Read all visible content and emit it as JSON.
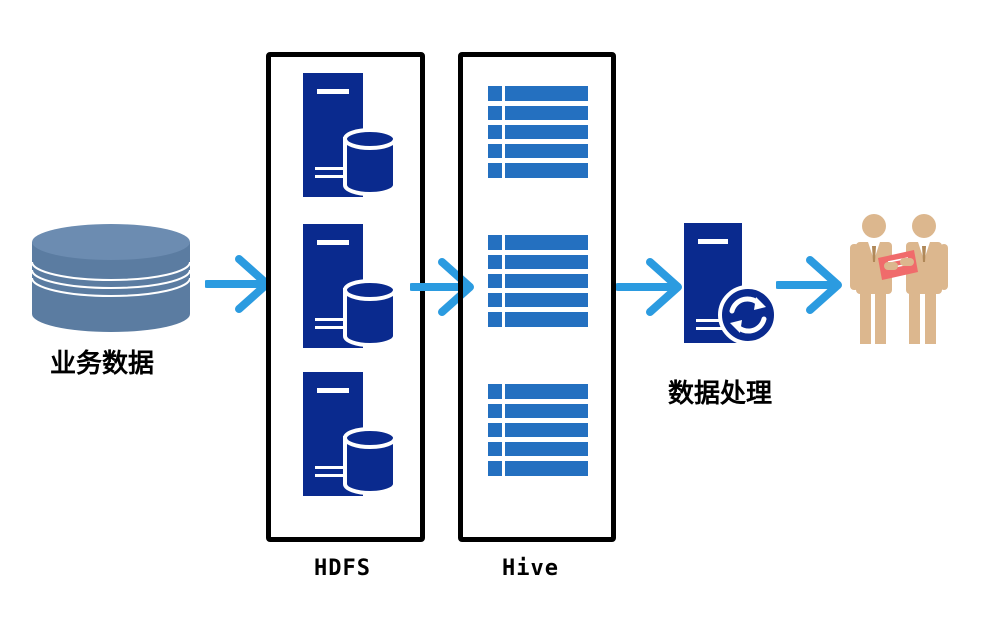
{
  "labels": {
    "business_data": "业务数据",
    "hdfs": "HDFS",
    "hive": "Hive",
    "data_processing": "数据处理"
  },
  "colors": {
    "server_blue": "#0a2a8e",
    "server_accent": "#ffffff",
    "table_blue": "#2470c0",
    "cylinder_gray": "#5b7ca1",
    "arrow_blue": "#2b9be0",
    "people_tan": "#dcb78e",
    "paper_red": "#f06b6b"
  },
  "icons": {
    "source": "database-cylinder-icon",
    "hdfs_nodes": "server-storage-icon",
    "hive_tables": "table-icon",
    "processor": "server-sync-icon",
    "consumer": "business-people-icon",
    "flow": "arrow-right-icon"
  }
}
